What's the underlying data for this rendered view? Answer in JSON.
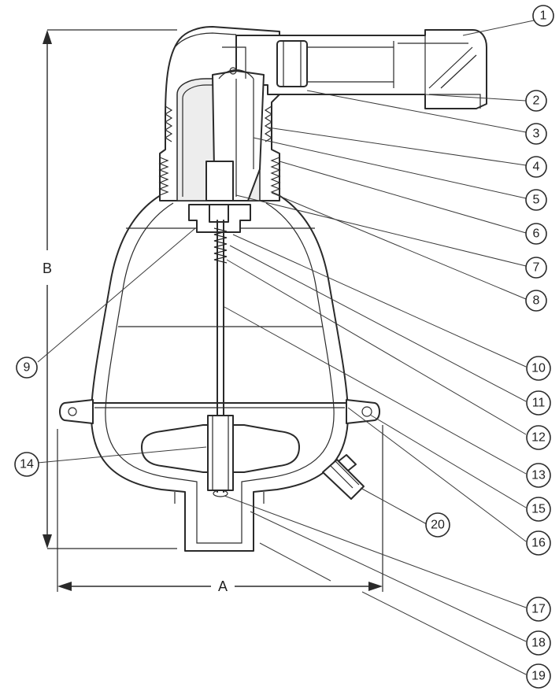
{
  "diagram": {
    "dimensions": [
      {
        "id": "A",
        "label": "A"
      },
      {
        "id": "B",
        "label": "B"
      }
    ],
    "callouts": [
      {
        "id": "c1",
        "label": "1"
      },
      {
        "id": "c2",
        "label": "2"
      },
      {
        "id": "c3",
        "label": "3"
      },
      {
        "id": "c4",
        "label": "4"
      },
      {
        "id": "c5",
        "label": "5"
      },
      {
        "id": "c6",
        "label": "6"
      },
      {
        "id": "c7",
        "label": "7"
      },
      {
        "id": "c8",
        "label": "8"
      },
      {
        "id": "c9",
        "label": "9"
      },
      {
        "id": "c10",
        "label": "10"
      },
      {
        "id": "c11",
        "label": "11"
      },
      {
        "id": "c12",
        "label": "12"
      },
      {
        "id": "c13",
        "label": "13"
      },
      {
        "id": "c14",
        "label": "14"
      },
      {
        "id": "c15",
        "label": "15"
      },
      {
        "id": "c16",
        "label": "16"
      },
      {
        "id": "c17",
        "label": "17"
      },
      {
        "id": "c18",
        "label": "18"
      },
      {
        "id": "c19",
        "label": "19"
      },
      {
        "id": "c20",
        "label": "20"
      }
    ]
  }
}
